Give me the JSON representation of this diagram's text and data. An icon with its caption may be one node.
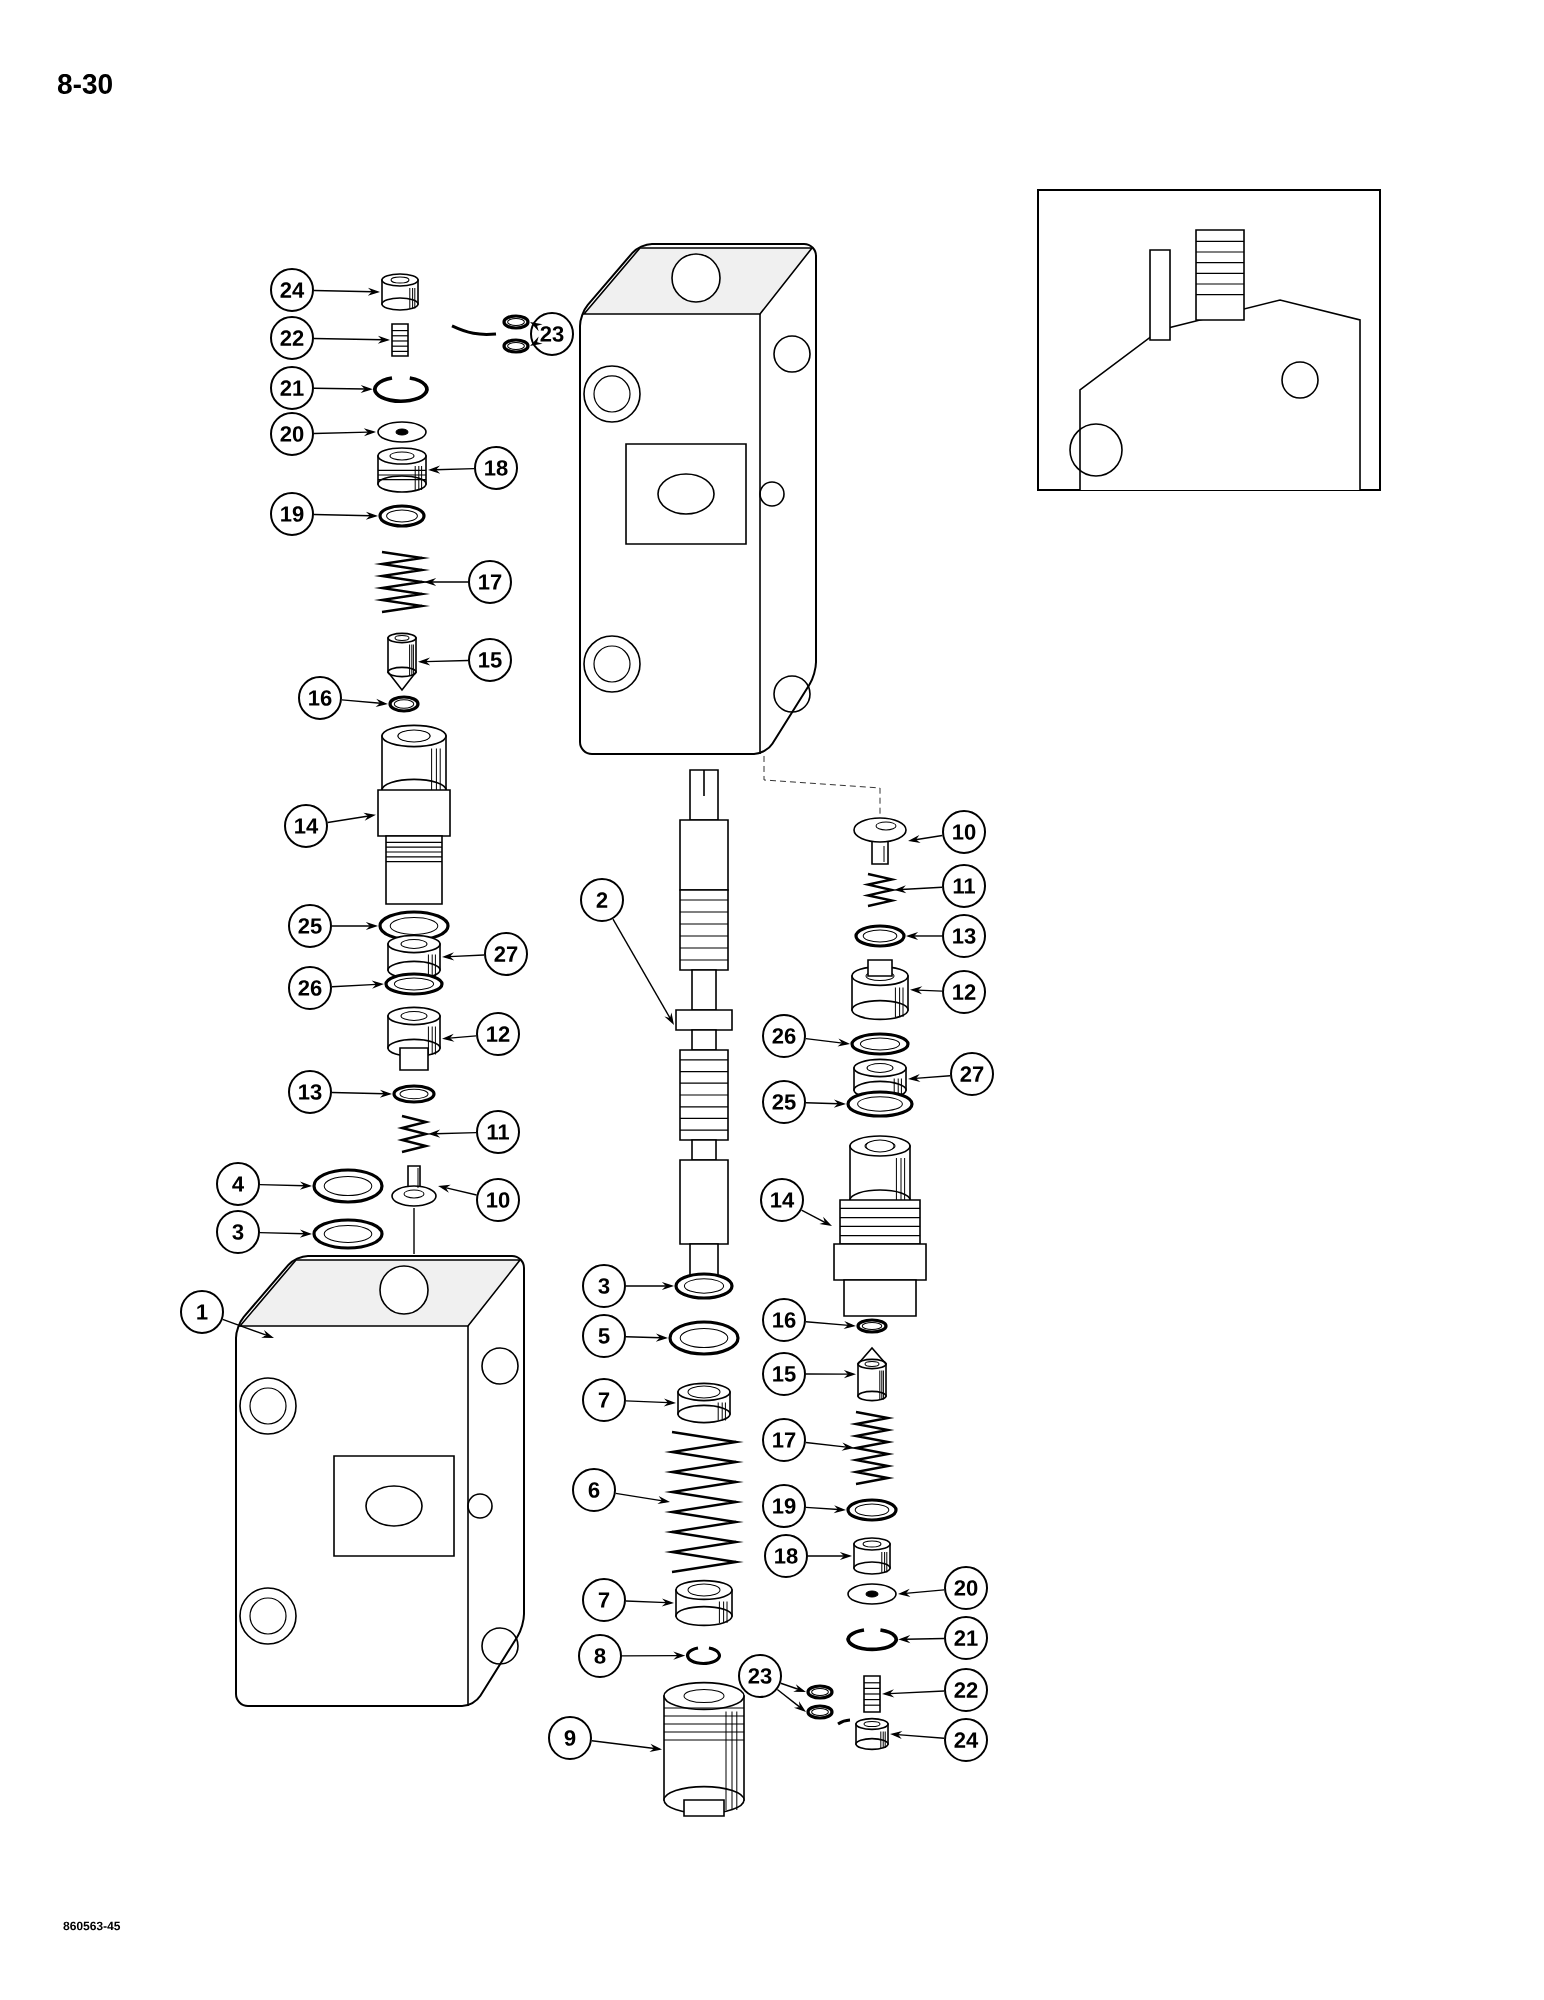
{
  "diagram": {
    "nodes": [
      {
        "text": [
          "24"
        ]
      },
      {
        "text": [
          "22"
        ]
      },
      {
        "text": [
          "23"
        ]
      },
      {
        "text": [
          "21"
        ]
      },
      {
        "text": [
          "20"
        ]
      },
      {
        "text": [
          "18"
        ]
      },
      {
        "text": [
          "19"
        ]
      },
      {
        "text": [
          "17"
        ]
      },
      {
        "text": [
          "15"
        ]
      },
      {
        "text": [
          "16"
        ]
      },
      {
        "text": [
          "14"
        ]
      },
      {
        "text": [
          "25"
        ]
      },
      {
        "text": [
          "27"
        ]
      },
      {
        "text": [
          "26"
        ]
      },
      {
        "text": [
          "12"
        ]
      },
      {
        "text": [
          "13"
        ]
      },
      {
        "text": [
          "11"
        ]
      },
      {
        "text": [
          "4"
        ]
      },
      {
        "text": [
          "10"
        ]
      },
      {
        "text": [
          "3"
        ]
      },
      {
        "text": [
          "1"
        ]
      },
      {
        "text": [
          "2"
        ]
      },
      {
        "text": [
          "3"
        ]
      },
      {
        "text": [
          "5"
        ]
      },
      {
        "text": [
          "7"
        ]
      },
      {
        "text": [
          "6"
        ]
      },
      {
        "text": [
          "7"
        ]
      },
      {
        "text": [
          "8"
        ]
      },
      {
        "text": [
          "23"
        ]
      },
      {
        "text": [
          "9"
        ]
      },
      {
        "text": [
          "10"
        ]
      },
      {
        "text": [
          "11"
        ]
      },
      {
        "text": [
          "13"
        ]
      },
      {
        "text": [
          "12"
        ]
      },
      {
        "text": [
          "26"
        ]
      },
      {
        "text": [
          "27"
        ]
      },
      {
        "text": [
          "25"
        ]
      },
      {
        "text": [
          "14"
        ]
      },
      {
        "text": [
          "16"
        ]
      },
      {
        "text": [
          "15"
        ]
      },
      {
        "text": [
          "17"
        ]
      },
      {
        "text": [
          "19"
        ]
      },
      {
        "text": [
          "18"
        ]
      },
      {
        "text": [
          "20"
        ]
      },
      {
        "text": [
          "21"
        ]
      },
      {
        "text": [
          "22"
        ]
      },
      {
        "text": [
          "24"
        ]
      },
      {
        "text": [],
        "shape": "picture"
      },
      {
        "text": [],
        "shape": "picture"
      },
      {
        "text": [],
        "shape": "picture"
      },
      {
        "text": [],
        "shape": "picture"
      },
      {
        "text": [],
        "shape": "picture"
      },
      {
        "text": [],
        "shape": "picture"
      },
      {
        "text": [],
        "shape": "picture"
      },
      {
        "text": [],
        "shape": "picture"
      },
      {
        "text": [],
        "shape": "picture"
      },
      {
        "text": [],
        "shape": "picture"
      },
      {
        "text": [],
        "shape": "picture"
      },
      {
        "text": [],
        "shape": "picture"
      },
      {
        "text": [],
        "shape": "picture"
      },
      {
        "text": [],
        "shape": "picture"
      },
      {
        "text": [],
        "shape": "picture"
      },
      {
        "text": [],
        "shape": "picture"
      },
      {
        "text": [],
        "shape": "picture"
      },
      {
        "text": [],
        "shape": "picture"
      },
      {
        "text": [],
        "shape": "picture"
      },
      {
        "text": [],
        "shape": "picture"
      },
      {
        "text": [],
        "shape": "picture"
      },
      {
        "text": [],
        "shape": "picture"
      },
      {
        "text": [],
        "shape": "picture"
      },
      {
        "text": [],
        "shape": "picture"
      },
      {
        "text": [],
        "shape": "picture"
      },
      {
        "text": [],
        "shape": "picture"
      },
      {
        "text": [],
        "shape": "picture"
      },
      {
        "text": [],
        "shape": "picture"
      },
      {
        "text": [],
        "shape": "picture"
      },
      {
        "text": [],
        "shape": "picture"
      },
      {
        "text": [],
        "shape": "picture"
      },
      {
        "text": [],
        "shape": "picture"
      },
      {
        "text": [],
        "shape": "picture"
      },
      {
        "text": [],
        "shape": "picture"
      },
      {
        "text": [],
        "shape": "picture"
      },
      {
        "text": [],
        "shape": "picture"
      },
      {
        "text": [],
        "shape": "picture"
      },
      {
        "text": [],
        "shape": "picture"
      },
      {
        "text": [],
        "shape": "picture"
      },
      {
        "text": [],
        "shape": "picture"
      },
      {
        "text": [],
        "shape": "picture"
      },
      {
        "text": [],
        "shape": "picture"
      },
      {
        "text": [],
        "shape": "picture"
      },
      {
        "text": [],
        "shape": "picture"
      },
      {
        "text": [],
        "shape": "picture"
      },
      {
        "text": [],
        "shape": "picture"
      },
      {
        "text": [],
        "shape": "picture"
      },
      {
        "text": [],
        "shape": "picture"
      },
      {
        "text": [],
        "shape": "picture"
      },
      {
        "text": [],
        "shape": "picture"
      }
    ],
    "edges": [
      {
        "from": 0,
        "to": 47,
        "arrow": "to"
      },
      {
        "from": 1,
        "to": 49,
        "arrow": "to"
      },
      {
        "from": 2,
        "to": 48,
        "arrow": "to"
      },
      {
        "from": 2,
        "to": 50,
        "arrow": "to"
      },
      {
        "from": 3,
        "to": 51,
        "arrow": "to"
      },
      {
        "from": 4,
        "to": 52,
        "arrow": "to"
      },
      {
        "from": 5,
        "to": 53,
        "arrow": "to"
      },
      {
        "from": 6,
        "to": 54,
        "arrow": "to"
      },
      {
        "from": 7,
        "to": 55,
        "arrow": "to"
      },
      {
        "from": 8,
        "to": 56,
        "arrow": "to"
      },
      {
        "from": 9,
        "to": 57,
        "arrow": "to"
      },
      {
        "from": 10,
        "to": 58,
        "arrow": "to"
      },
      {
        "from": 11,
        "to": 59,
        "arrow": "to"
      },
      {
        "from": 12,
        "to": 60,
        "arrow": "to"
      },
      {
        "from": 13,
        "to": 61,
        "arrow": "to"
      },
      {
        "from": 14,
        "to": 62,
        "arrow": "to"
      },
      {
        "from": 15,
        "to": 63,
        "arrow": "to"
      },
      {
        "from": 16,
        "to": 64,
        "arrow": "to"
      },
      {
        "from": 17,
        "to": 65,
        "arrow": "to"
      },
      {
        "from": 18,
        "to": 66,
        "arrow": "to"
      },
      {
        "from": 19,
        "to": 67,
        "arrow": "to"
      },
      {
        "from": 20,
        "to": 68,
        "arrow": "to"
      },
      {
        "from": 21,
        "to": 70,
        "arrow": "to"
      },
      {
        "from": 22,
        "to": 71,
        "arrow": "to"
      },
      {
        "from": 23,
        "to": 72,
        "arrow": "to"
      },
      {
        "from": 24,
        "to": 73,
        "arrow": "to"
      },
      {
        "from": 25,
        "to": 74,
        "arrow": "to"
      },
      {
        "from": 26,
        "to": 75,
        "arrow": "to"
      },
      {
        "from": 27,
        "to": 76,
        "arrow": "to"
      },
      {
        "from": 28,
        "to": 77,
        "arrow": "to"
      },
      {
        "from": 28,
        "to": 78,
        "arrow": "to"
      },
      {
        "from": 29,
        "to": 79,
        "arrow": "to"
      },
      {
        "from": 30,
        "to": 80,
        "arrow": "to"
      },
      {
        "from": 31,
        "to": 81,
        "arrow": "to"
      },
      {
        "from": 32,
        "to": 82,
        "arrow": "to"
      },
      {
        "from": 33,
        "to": 83,
        "arrow": "to"
      },
      {
        "from": 34,
        "to": 84,
        "arrow": "to"
      },
      {
        "from": 35,
        "to": 85,
        "arrow": "to"
      },
      {
        "from": 36,
        "to": 86,
        "arrow": "to"
      },
      {
        "from": 37,
        "to": 87,
        "arrow": "to"
      },
      {
        "from": 38,
        "to": 88,
        "arrow": "to"
      },
      {
        "from": 39,
        "to": 89,
        "arrow": "to"
      },
      {
        "from": 40,
        "to": 90,
        "arrow": "to"
      },
      {
        "from": 41,
        "to": 91,
        "arrow": "to"
      },
      {
        "from": 42,
        "to": 92,
        "arrow": "to"
      },
      {
        "from": 43,
        "to": 93,
        "arrow": "to"
      },
      {
        "from": 44,
        "to": 94,
        "arrow": "to"
      },
      {
        "from": 45,
        "to": 95,
        "arrow": "to"
      },
      {
        "from": 46,
        "to": 96,
        "arrow": "to"
      },
      {
        "from": 66,
        "to": 68,
        "arrow": "none"
      },
      {
        "from": 69,
        "to": 80,
        "arrow": "none",
        "style": "dashed"
      }
    ],
    "labels": [
      "8-30",
      "860563-45"
    ]
  }
}
